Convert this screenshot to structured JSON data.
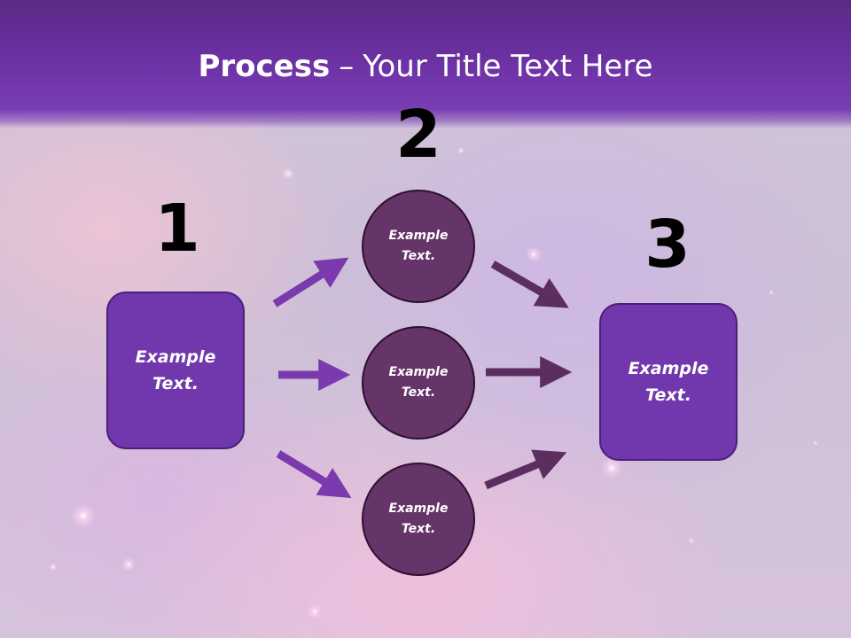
{
  "title": {
    "bold": "Process",
    "separator": "–",
    "rest": "Your Title Text Here"
  },
  "steps": {
    "one": "1",
    "two": "2",
    "three": "3"
  },
  "boxes": {
    "left": "Example Text.",
    "right": "Example Text."
  },
  "circles": {
    "top": "Example Text.",
    "middle": "Example Text.",
    "bottom": "Example Text."
  },
  "colors": {
    "header": "#6b30a2",
    "box_fill": "#7038ac",
    "circle_fill": "#653468",
    "left_arrows": "#7a3aae",
    "right_arrows": "#5c2e60"
  }
}
